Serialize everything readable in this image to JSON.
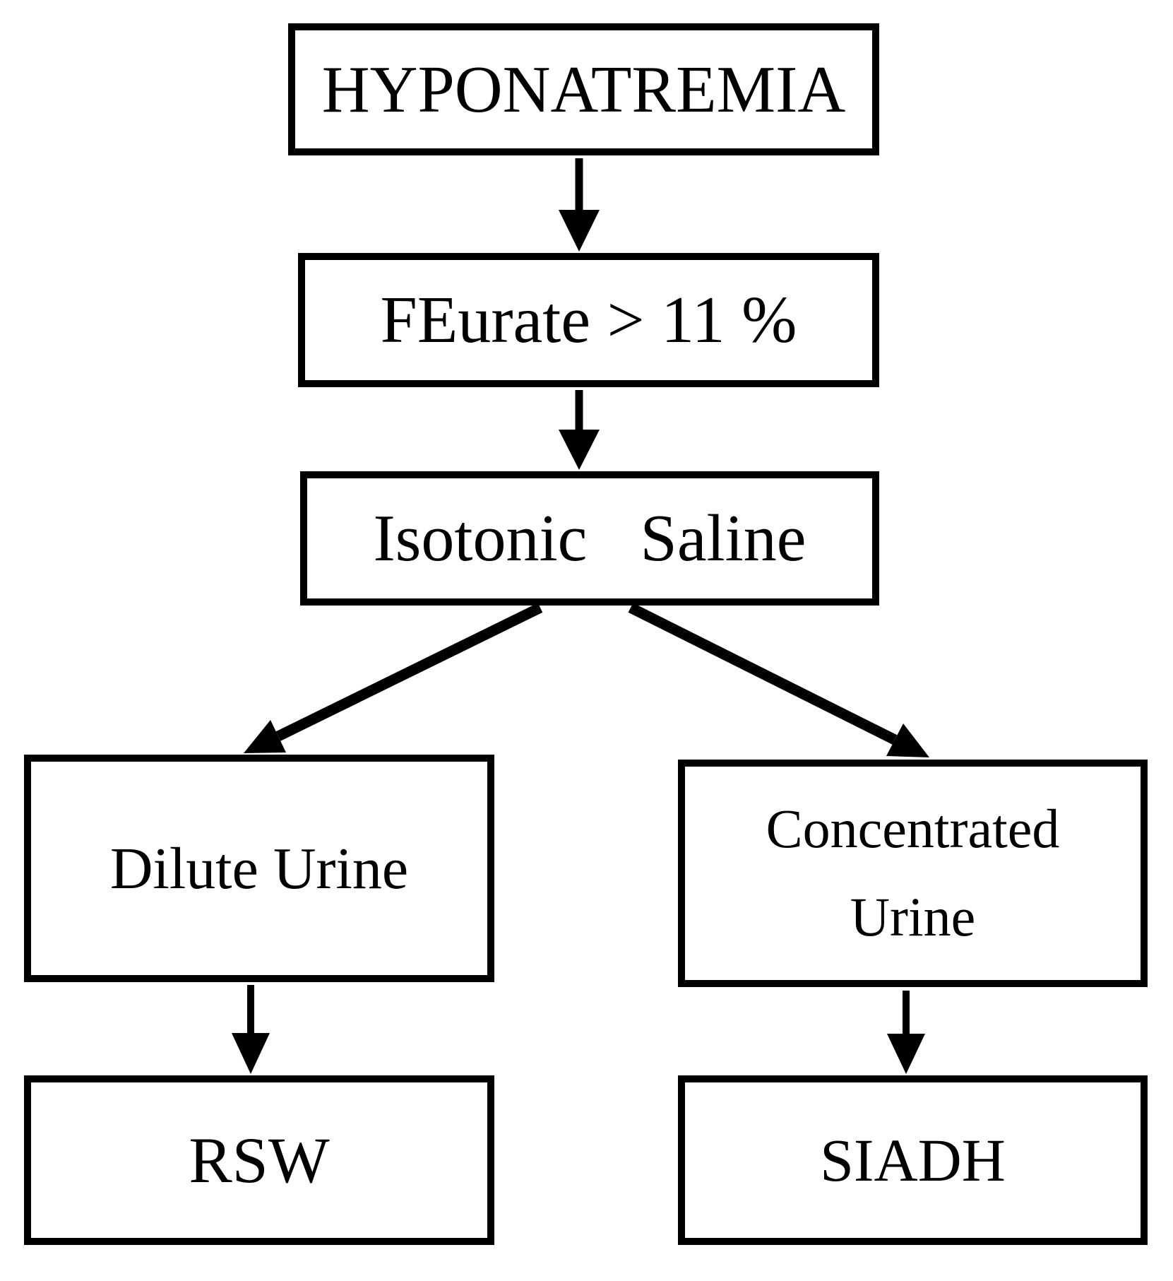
{
  "diagram": {
    "type": "flowchart",
    "background_color": "#ffffff",
    "line_color": "#000000",
    "text_color": "#000000",
    "nodes": {
      "hyponatremia": {
        "label": "HYPONATREMIA"
      },
      "feurate": {
        "label": "FEurate > 11 %"
      },
      "isotonic_saline": {
        "label": "Isotonic Saline"
      },
      "dilute_urine": {
        "label": "Dilute Urine"
      },
      "concentrated_urine": {
        "label": "Concentrated\nUrine"
      },
      "rsw": {
        "label": "RSW"
      },
      "siadh": {
        "label": "SIADH"
      }
    },
    "edges": [
      {
        "from": "hyponatremia",
        "to": "feurate"
      },
      {
        "from": "feurate",
        "to": "isotonic_saline"
      },
      {
        "from": "isotonic_saline",
        "to": "dilute_urine"
      },
      {
        "from": "isotonic_saline",
        "to": "concentrated_urine"
      },
      {
        "from": "dilute_urine",
        "to": "rsw"
      },
      {
        "from": "concentrated_urine",
        "to": "siadh"
      }
    ]
  }
}
